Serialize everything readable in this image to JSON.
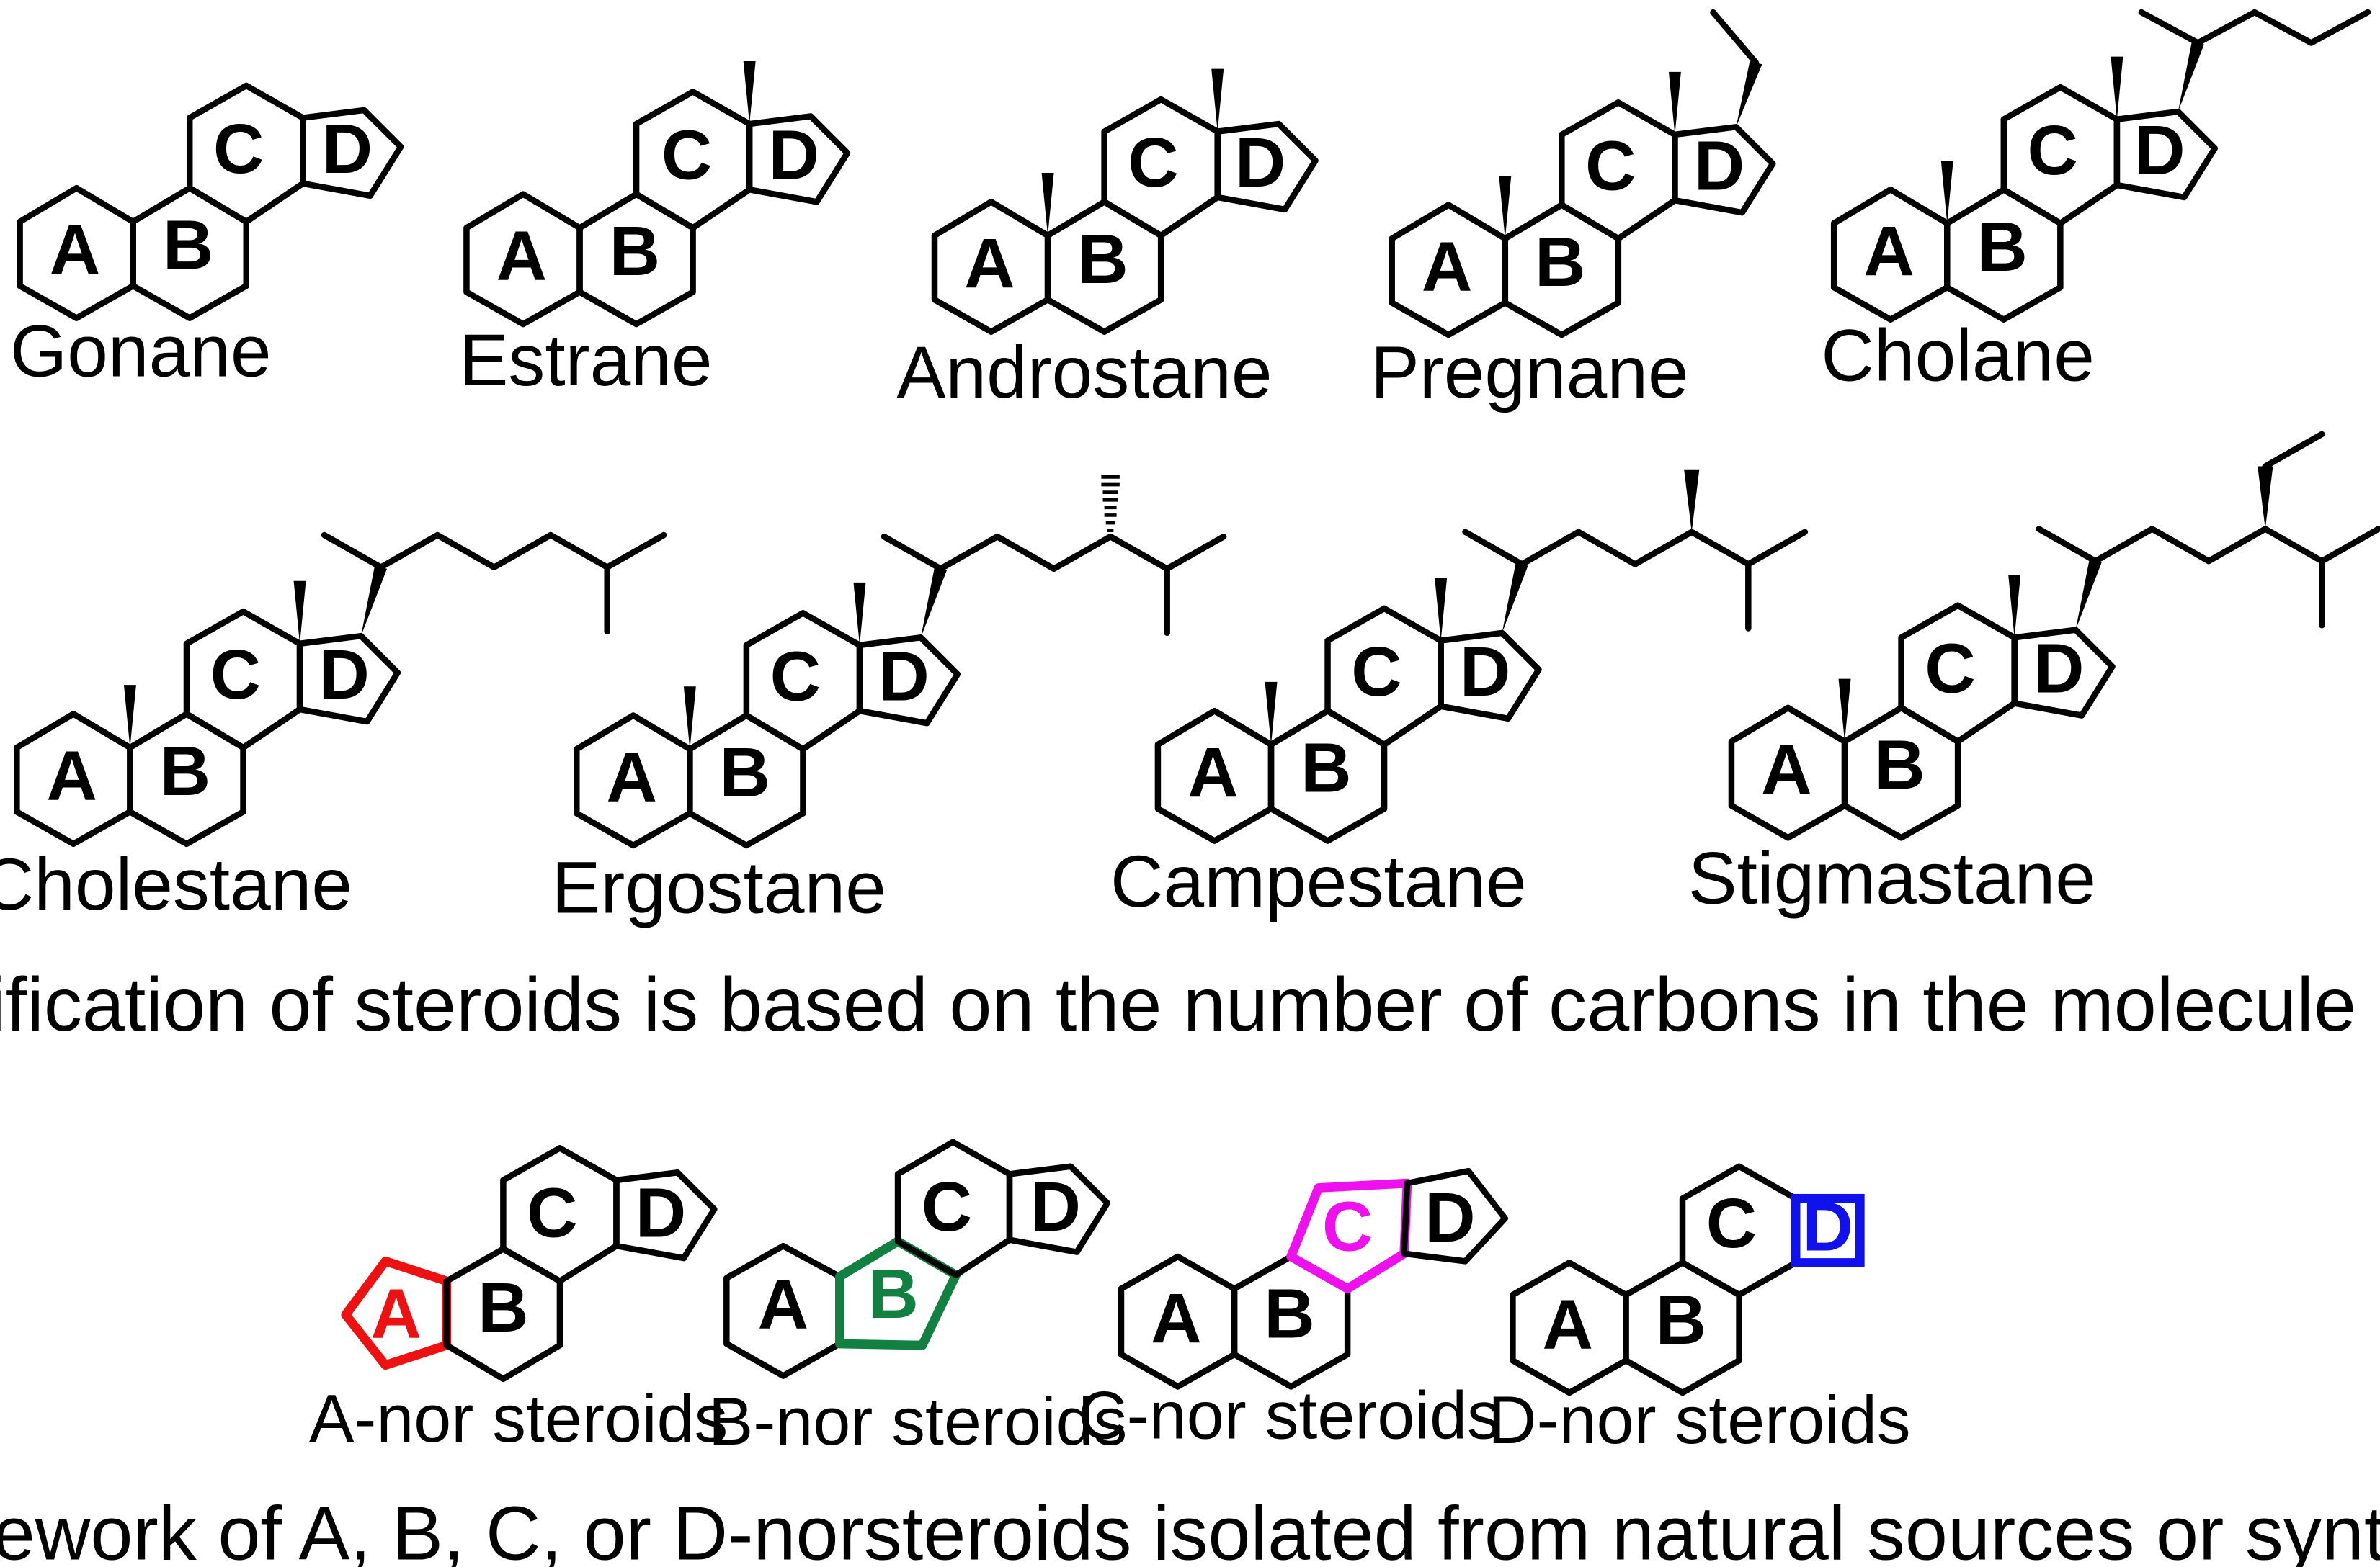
{
  "ring_labels": {
    "a": "A",
    "b": "B",
    "c": "C",
    "d": "D"
  },
  "row1": {
    "gonane": "Gonane",
    "estrane": "Estrane",
    "androstane": "Androstane",
    "pregnane": "Pregnane",
    "cholane": "Cholane"
  },
  "row2": {
    "cholestane": "Cholestane",
    "ergostane": "Ergostane",
    "campestane": "Campestane",
    "stigmastane": "Stigmastane"
  },
  "caption1": "Classification of steroids is based on the number of carbons in the molecule",
  "nor": {
    "a": "A-nor steroids",
    "b": "B-nor steroids",
    "c": "C-nor steroids",
    "d": "D-nor steroids"
  },
  "caption2": "Classic framework of A, B, C, or D-norsteroids isolated from natural sources or synthesized",
  "colors": {
    "a_nor": "#ee1111",
    "b_nor": "#118040",
    "c_nor": "#ee11ee",
    "d_nor": "#1111ee"
  }
}
